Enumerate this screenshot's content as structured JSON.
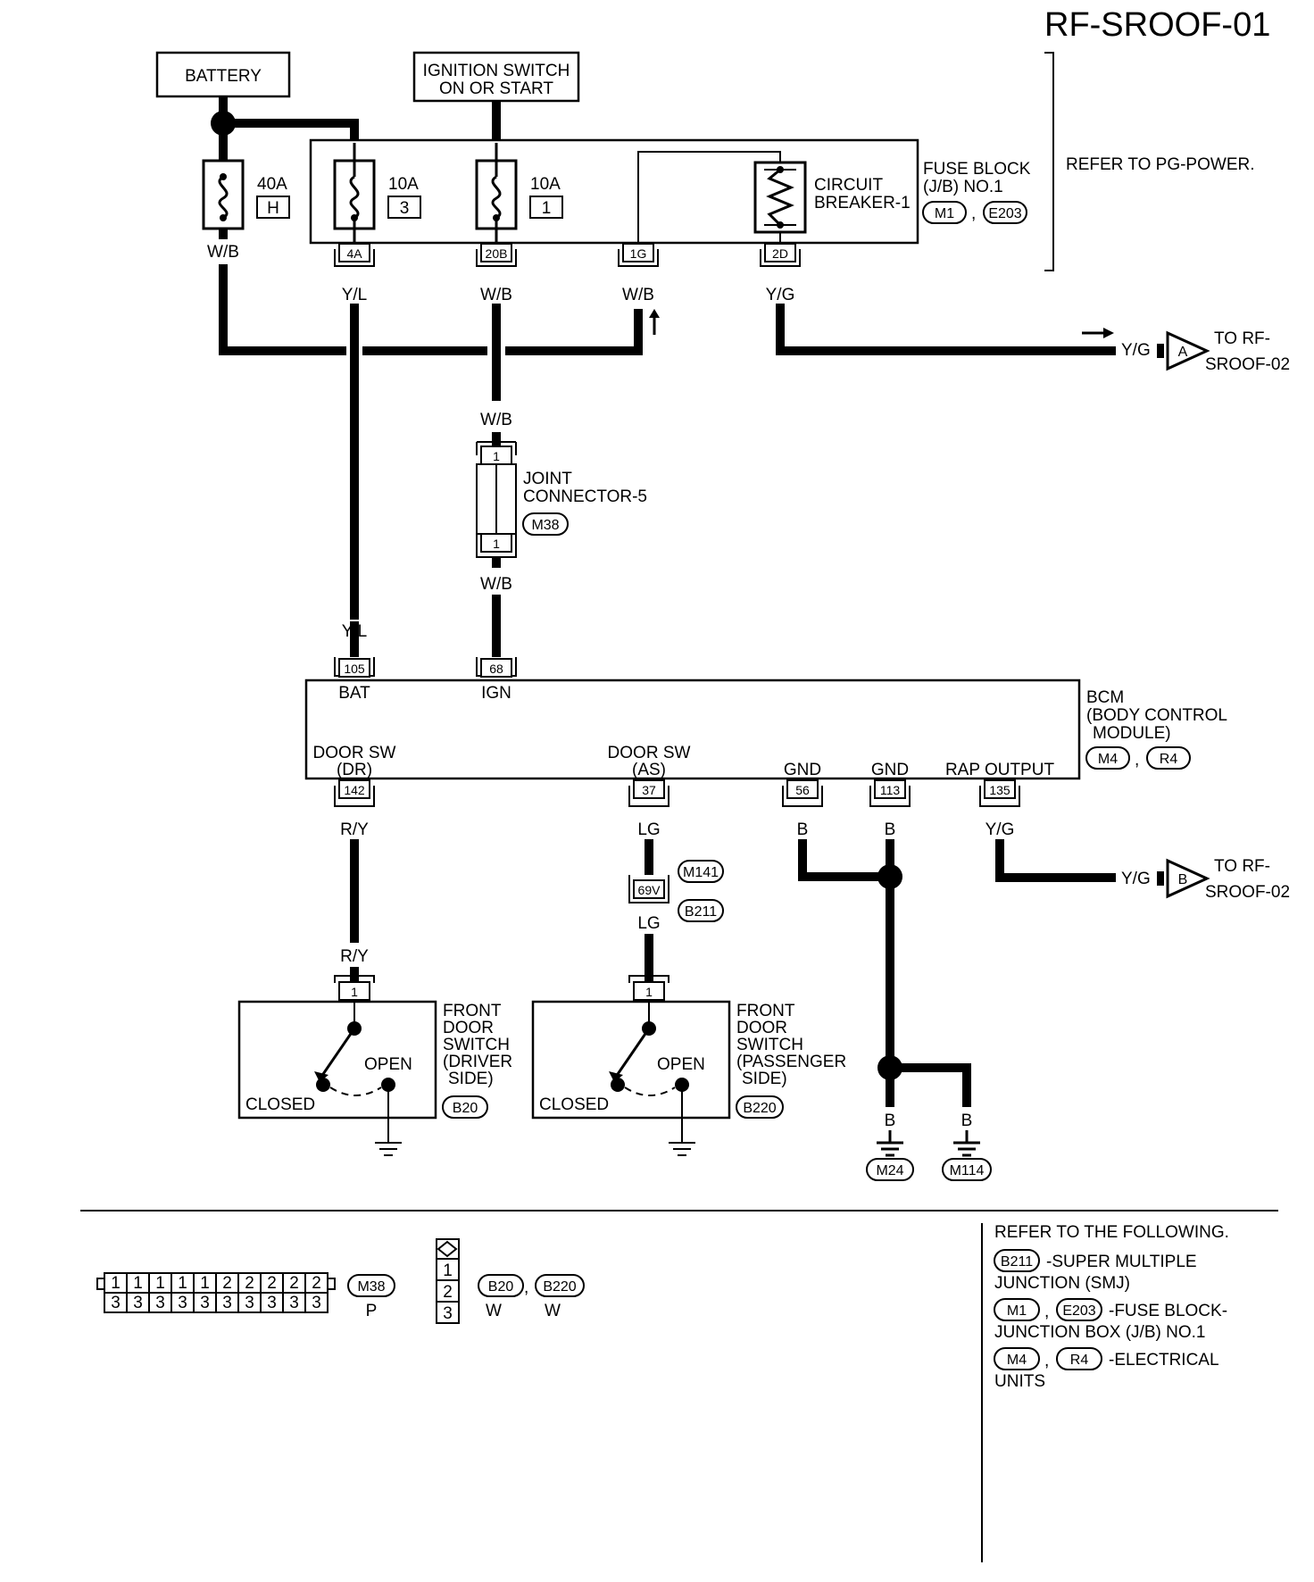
{
  "page": {
    "id": "RF-SROOF-01"
  },
  "power": {
    "battery": "BATTERY",
    "ignition_line1": "IGNITION SWITCH",
    "ignition_line2": "ON OR START",
    "fuse_40a": {
      "rating": "40A",
      "id": "H",
      "wire": "W/B"
    },
    "fuse_10a_3": {
      "rating": "10A",
      "id": "3"
    },
    "fuse_10a_1": {
      "rating": "10A",
      "id": "1"
    },
    "breaker_line1": "CIRCUIT",
    "breaker_line2": "BREAKER-1",
    "fuse_block_line1": "FUSE BLOCK",
    "fuse_block_line2": "(J/B) NO.1",
    "fuse_block_conn1": "M1",
    "fuse_block_conn2": "E203",
    "refer": "REFER TO PG-POWER.",
    "terminals": {
      "t4a": {
        "pin": "4A",
        "wire": "Y/L"
      },
      "t20b": {
        "pin": "20B",
        "wire": "W/B"
      },
      "t1g": {
        "pin": "1G",
        "wire": "W/B"
      },
      "t2d": {
        "pin": "2D",
        "wire": "Y/G"
      }
    }
  },
  "offpage_a": {
    "wire": "Y/G",
    "letter": "A",
    "line1": "TO RF-",
    "line2": "SROOF-02"
  },
  "offpage_b": {
    "wire": "Y/G",
    "letter": "B",
    "line1": "TO RF-",
    "line2": "SROOF-02"
  },
  "joint": {
    "wire_in": "W/B",
    "pin_top": "1",
    "pin_bottom": "1",
    "wire_out": "W/B",
    "line1": "JOINT",
    "line2": "CONNECTOR-5",
    "conn": "M38"
  },
  "bcm": {
    "line1": "BCM",
    "line2": "(BODY CONTROL",
    "line3": "MODULE)",
    "conn1": "M4",
    "conn2": "R4",
    "bat": {
      "wire": "Y/L",
      "pin": "105",
      "label": "BAT"
    },
    "ign": {
      "pin": "68",
      "label": "IGN"
    },
    "door_dr": {
      "label1": "DOOR SW",
      "label2": "(DR)",
      "pin": "142",
      "wire": "R/Y"
    },
    "door_as": {
      "label1": "DOOR SW",
      "label2": "(AS)",
      "pin": "37",
      "wire": "LG"
    },
    "gnd56": {
      "label": "GND",
      "pin": "56",
      "wire": "B"
    },
    "gnd113": {
      "label": "GND",
      "pin": "113",
      "wire": "B"
    },
    "rap": {
      "label": "RAP OUTPUT",
      "pin": "135",
      "wire": "Y/G"
    }
  },
  "smj": {
    "pin": "69V",
    "conn_top": "M141",
    "conn_bottom": "B211",
    "wire": "LG"
  },
  "switch_dr": {
    "wire": "R/Y",
    "pin": "1",
    "line1": "FRONT",
    "line2": "DOOR",
    "line3": "SWITCH",
    "line4": "(DRIVER",
    "line5": "SIDE)",
    "conn": "B20",
    "open": "OPEN",
    "closed": "CLOSED"
  },
  "switch_as": {
    "pin": "1",
    "line1": "FRONT",
    "line2": "DOOR",
    "line3": "SWITCH",
    "line4": "(PASSENGER",
    "line5": "SIDE)",
    "conn": "B220",
    "open": "OPEN",
    "closed": "CLOSED"
  },
  "grounds": {
    "g1": {
      "wire": "B",
      "conn": "M24"
    },
    "g2": {
      "wire": "B",
      "conn": "M114"
    }
  },
  "legend": {
    "m38_top": [
      "1",
      "1",
      "1",
      "1",
      "1",
      "2",
      "2",
      "2",
      "2",
      "2"
    ],
    "m38_bottom": [
      "3",
      "3",
      "3",
      "3",
      "3",
      "3",
      "3",
      "3",
      "3",
      "3"
    ],
    "m38_conn": "M38",
    "m38_color": "P",
    "b20_pins": [
      "1",
      "2",
      "3"
    ],
    "b20_conn": "B20",
    "b20_color": "W",
    "b220_conn": "B220",
    "b220_color": "W",
    "refer_title": "REFER TO THE FOLLOWING.",
    "ref1_conn": "B211",
    "ref1_text1": "-SUPER MULTIPLE",
    "ref1_text2": "JUNCTION (SMJ)",
    "ref2_conn1": "M1",
    "ref2_conn2": "E203",
    "ref2_text1": "-FUSE BLOCK-",
    "ref2_text2": "JUNCTION BOX (J/B) NO.1",
    "ref3_conn1": "M4",
    "ref3_conn2": "R4",
    "ref3_text1": "-ELECTRICAL",
    "ref3_text2": "UNITS"
  }
}
